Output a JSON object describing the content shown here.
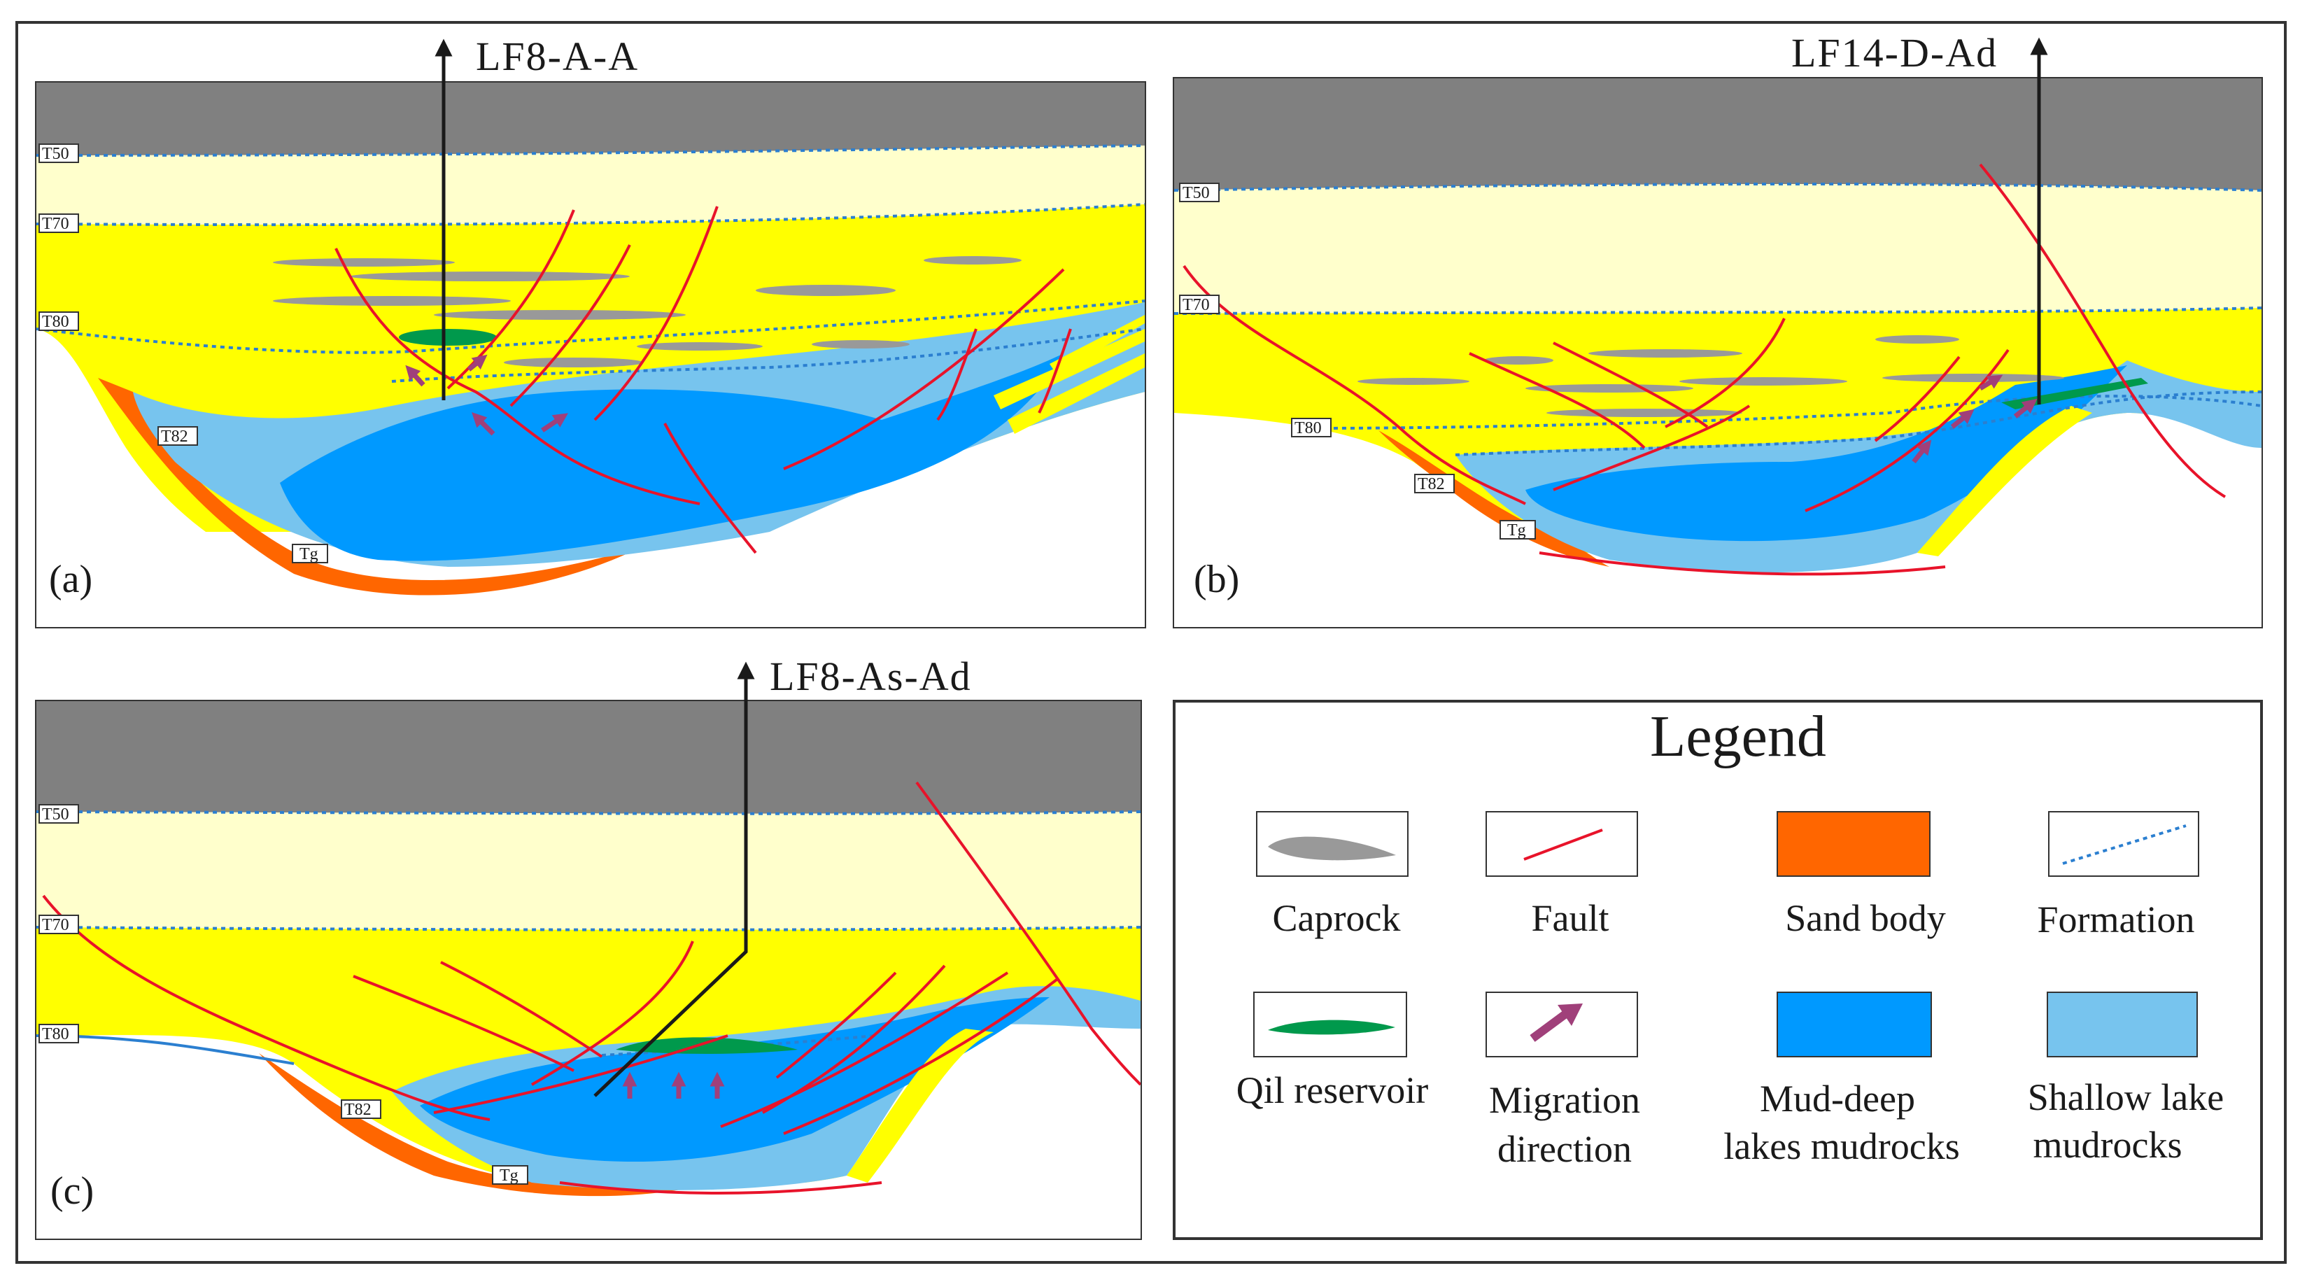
{
  "colors": {
    "cover": "#808080",
    "pale_yellow": "#ffffcc",
    "yellow": "#ffff00",
    "sand": "#ff6600",
    "deep_mud": "#0099ff",
    "shallow_mud": "#77c4ee",
    "oil": "#00994c",
    "caprock": "#999999",
    "fault": "#e8132a",
    "formation": "#2b7fd0",
    "arrow": "#a0407a",
    "frame": "#333333"
  },
  "panels": {
    "a": {
      "label": "(a)",
      "well": "LF8-A-A",
      "horizons": {
        "t50": "T50",
        "t70": "T70",
        "t80": "T80",
        "t82": "T82",
        "tg": "Tg"
      }
    },
    "b": {
      "label": "(b)",
      "well": "LF14-D-Ad",
      "horizons": {
        "t50": "T50",
        "t70": "T70",
        "t80": "T80",
        "t82": "T82",
        "tg": "Tg"
      }
    },
    "c": {
      "label": "(c)",
      "well": "LF8-As-Ad",
      "horizons": {
        "t50": "T50",
        "t70": "T70",
        "t80": "T80",
        "t82": "T82",
        "tg": "Tg"
      }
    }
  },
  "legend": {
    "title": "Legend",
    "items": [
      {
        "key": "caprock",
        "lines": [
          "Caprock"
        ]
      },
      {
        "key": "fault",
        "lines": [
          "Fault"
        ]
      },
      {
        "key": "sand",
        "lines": [
          "Sand body"
        ]
      },
      {
        "key": "formation",
        "lines": [
          "Formation"
        ]
      },
      {
        "key": "oil",
        "lines": [
          "Qil  reservoir"
        ]
      },
      {
        "key": "migration",
        "lines": [
          "Migration",
          "direction"
        ]
      },
      {
        "key": "deep_mud",
        "lines": [
          "Mud-deep",
          "lakes mudrocks"
        ]
      },
      {
        "key": "shallow_mud",
        "lines": [
          "Shallow lake",
          "mudrocks"
        ]
      }
    ]
  }
}
